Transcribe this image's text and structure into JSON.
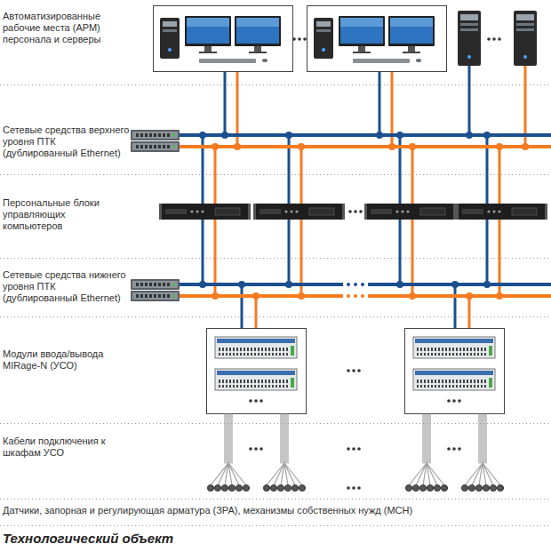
{
  "diagram": {
    "labels": [
      "Автоматизированные рабочие места (АРМ) персонала и серверы",
      "Сетевые средства верхнего уровня ПТК (дублированный Ethernet)",
      "Персональные блоки управляющих компьютеров",
      "Сетевые средства нижнего уровня ПТК (дублированный Ethernet)",
      "Модули ввода/вывода MIRage-N (УСО)",
      "Кабели подключения к шкафам УСО",
      "Датчики, запорная и регулирующая арматура (ЗРА), механизмы собственных нужд (МСН)",
      "Технологический объект"
    ]
  }
}
